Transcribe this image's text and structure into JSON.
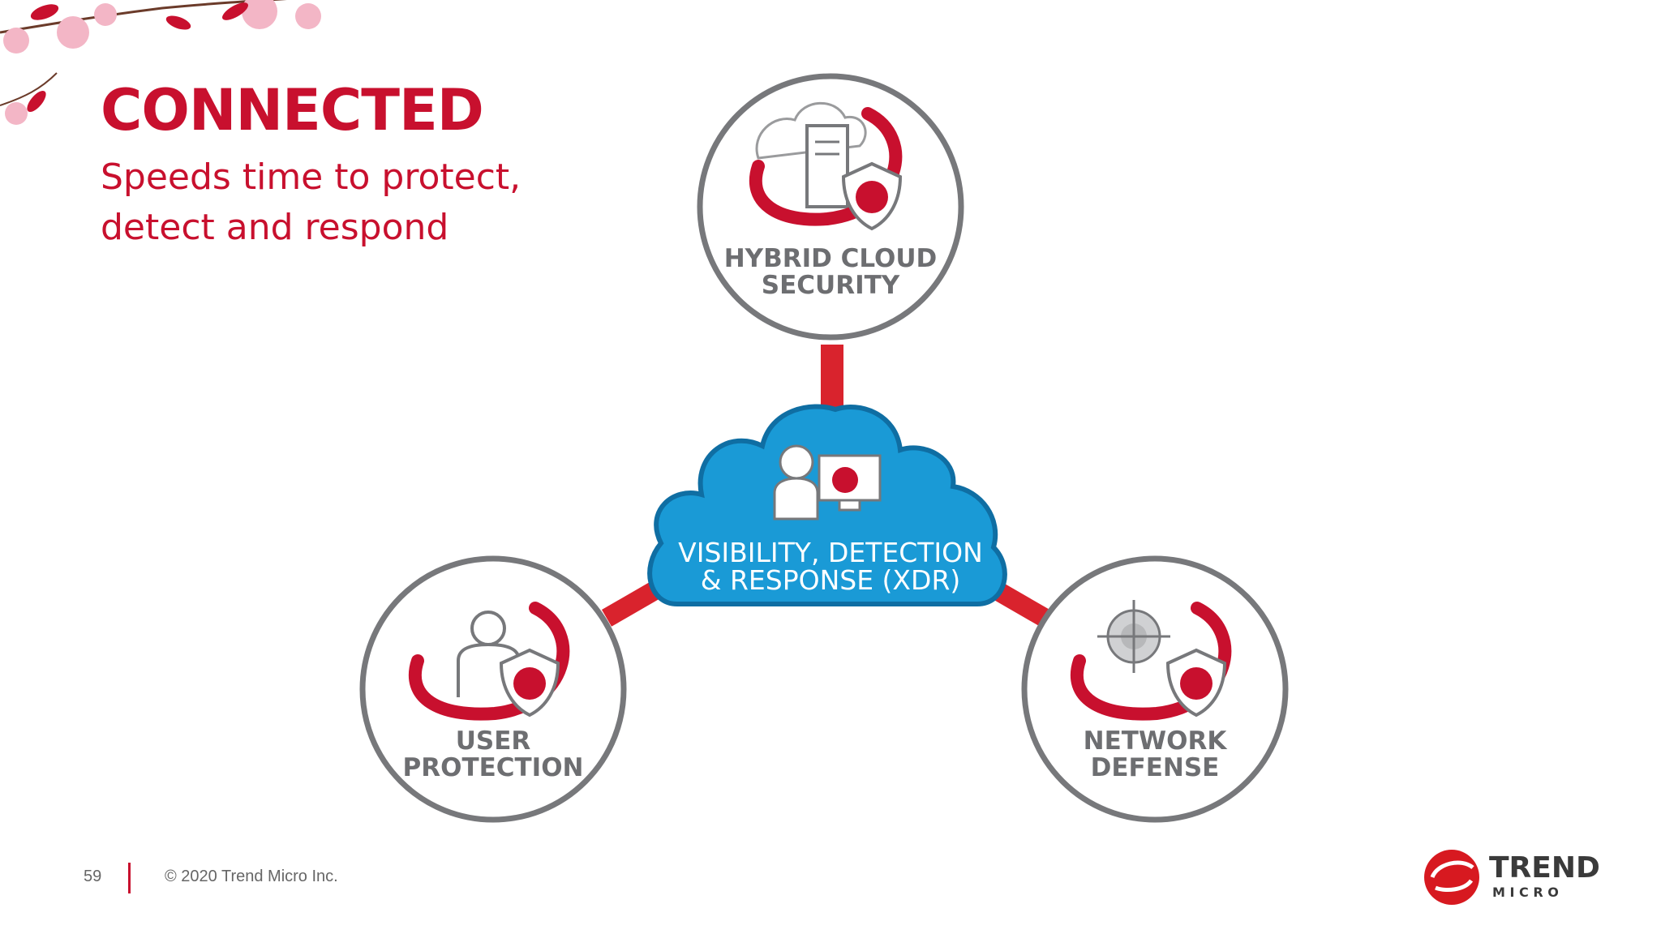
{
  "slide": {
    "title": "CONNECTED",
    "subtitle_lines": [
      "Speeds time to protect,",
      "detect and respond"
    ],
    "page_number": "59",
    "copyright": "© 2020 Trend Micro Inc."
  },
  "diagram": {
    "hub": {
      "label_lines": [
        "VISIBILITY, DETECTION",
        "& RESPONSE (XDR)"
      ],
      "icon": "user-computer-icon",
      "color": "#1a9ad6"
    },
    "nodes": [
      {
        "id": "hybrid-cloud",
        "label_lines": [
          "HYBRID CLOUD",
          "SECURITY"
        ],
        "icon": "cloud-server-shield-icon"
      },
      {
        "id": "user-protection",
        "label_lines": [
          "USER",
          "PROTECTION"
        ],
        "icon": "user-shield-icon"
      },
      {
        "id": "network-defense",
        "label_lines": [
          "NETWORK",
          "DEFENSE"
        ],
        "icon": "target-shield-icon"
      }
    ],
    "connector_color": "#d9232d",
    "ring_color": "#77787b",
    "accent_color": "#c8102e"
  },
  "logo": {
    "line1": "TREND",
    "line2": "M I C R O"
  }
}
